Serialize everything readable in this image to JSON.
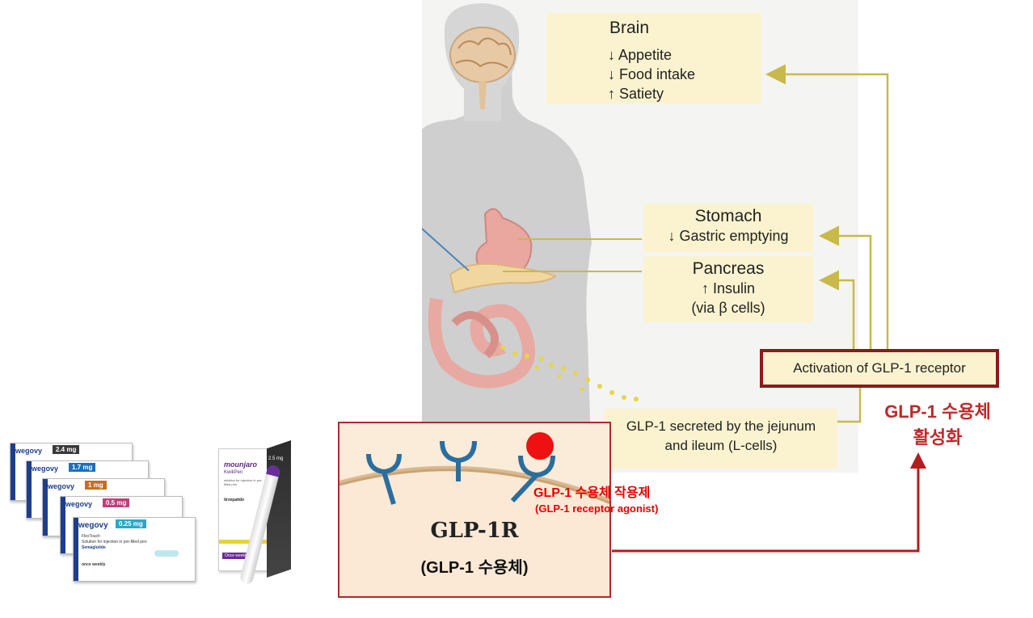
{
  "brain": {
    "title": "Brain",
    "lines": [
      "↓ Appetite",
      "↓ Food intake",
      "↑ Satiety"
    ]
  },
  "stomach": {
    "title": "Stomach",
    "line": "↓ Gastric emptying"
  },
  "pancreas": {
    "title": "Pancreas",
    "lines": [
      "↑ Insulin",
      "(via β cells)"
    ]
  },
  "secreted": {
    "lines": [
      "GLP-1 secreted by the jejunum",
      "and ileum (L-cells)"
    ]
  },
  "activation": {
    "label": "Activation of GLP-1 receptor"
  },
  "activation_korean": {
    "lines": [
      "GLP-1 수용체",
      "활성화"
    ]
  },
  "receptor": {
    "title": "GLP-1R",
    "subtitle": "(GLP-1 수용체)"
  },
  "agonist": {
    "label": "GLP-1 수용체 작용제",
    "sub": "(GLP-1 receptor agonist)"
  },
  "wegovy": {
    "brand": "wegovy",
    "doses": [
      "2.4 mg",
      "1.7 mg",
      "1 mg",
      "0.5 mg",
      "0.25 mg"
    ],
    "dose_colors": [
      "#3a3a3a",
      "#1f6fb8",
      "#c4701c",
      "#c0407a",
      "#2aa7c9"
    ],
    "small_lines": [
      "FlexTouch",
      "Solution for injection in pre-filled pen",
      "Semaglutide",
      "once weekly"
    ]
  },
  "mounjaro": {
    "brand": "mounjaro",
    "pen": "KwikPen",
    "dose": "2.5 mg",
    "lines": [
      "solution for injection in pre-filled pen",
      "tirzepatide",
      "Once weekly"
    ]
  },
  "colors": {
    "arrow_gold": "#c8b94a",
    "arrow_red": "#b01e1e",
    "box_fill": "#fbf3cf",
    "activation_border": "#8b1a1a",
    "korean_label": "#c0282a",
    "agonist_red": "#e60000",
    "receptor_blue": "#2a6e9e"
  }
}
